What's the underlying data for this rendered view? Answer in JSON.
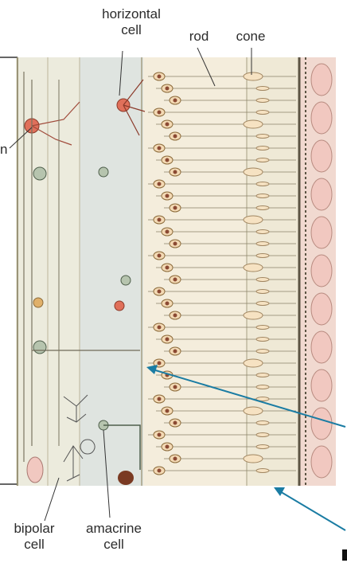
{
  "labels": {
    "horizontal_line1": "horizontal",
    "horizontal_line2": "cell",
    "rod": "rod",
    "cone": "cone",
    "cut_left": "n",
    "bipolar_line1": "bipolar",
    "bipolar_line2": "cell",
    "amacrine_line1": "amacrine",
    "amacrine_line2": "cell"
  },
  "colors": {
    "tissue": "#e6e4d4",
    "membrane": "#c9c3a9",
    "cell_fill": "#f3d9b4",
    "nucleus": "#8b4a33",
    "horizontal_cell": "#e0705a",
    "amacrine": "#8fa68a",
    "arrow": "#1a7ca3",
    "epithelium": "#e9c7bd"
  }
}
